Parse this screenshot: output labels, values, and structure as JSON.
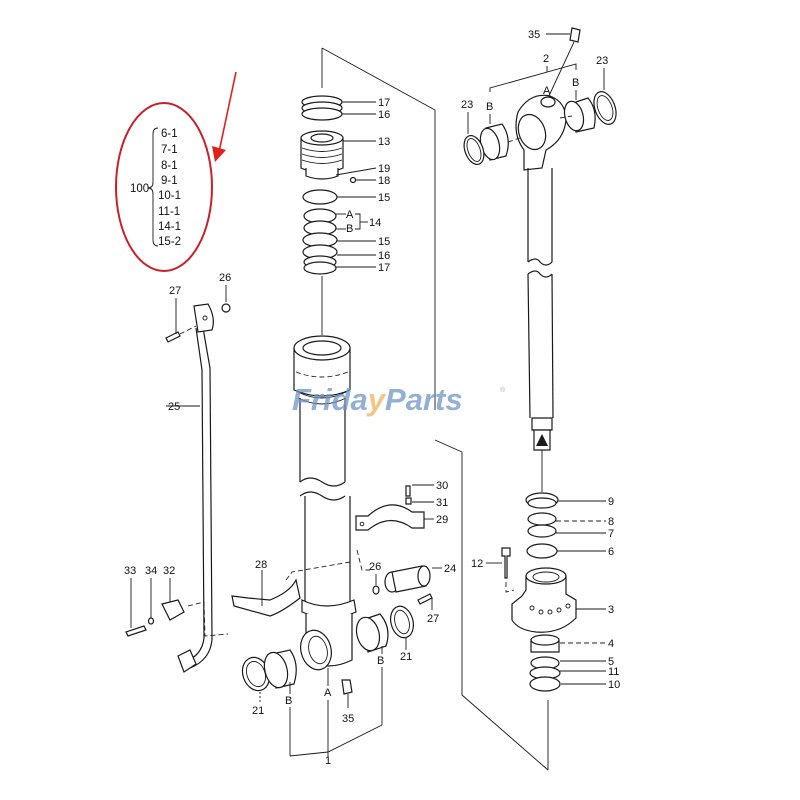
{
  "watermark": {
    "part1": "Frida",
    "part2": "y",
    "part3": "Parts",
    "registered": "®",
    "color_blue": "#6f95c6",
    "color_orange": "#f0b25a"
  },
  "annotation": {
    "arrow_color": "#e0201c",
    "ellipse_color": "#c8202a",
    "kit_number": "100",
    "kit_items": [
      "6-1",
      "7-1",
      "8-1",
      "9-1",
      "10-1",
      "11-1",
      "14-1",
      "15-2"
    ]
  },
  "piston_group": {
    "labels": [
      "17",
      "16",
      "13",
      "19",
      "18",
      "15",
      "A",
      "B",
      "14",
      "15",
      "16",
      "17"
    ]
  },
  "rod_head_group": {
    "labels": [
      "35",
      "2",
      "A",
      "B",
      "B",
      "23",
      "23"
    ]
  },
  "gland_group": {
    "labels": [
      "9",
      "8",
      "7",
      "6",
      "12",
      "3",
      "4",
      "5",
      "11",
      "10"
    ]
  },
  "pipe_group": {
    "labels": [
      "26",
      "27",
      "25",
      "33",
      "34",
      "32",
      "28"
    ]
  },
  "clamp_group": {
    "labels": [
      "30",
      "31",
      "29",
      "26",
      "24",
      "27"
    ]
  },
  "tube_group": {
    "labels": [
      "21",
      "B",
      "A",
      "35",
      "B",
      "21",
      "1"
    ]
  }
}
